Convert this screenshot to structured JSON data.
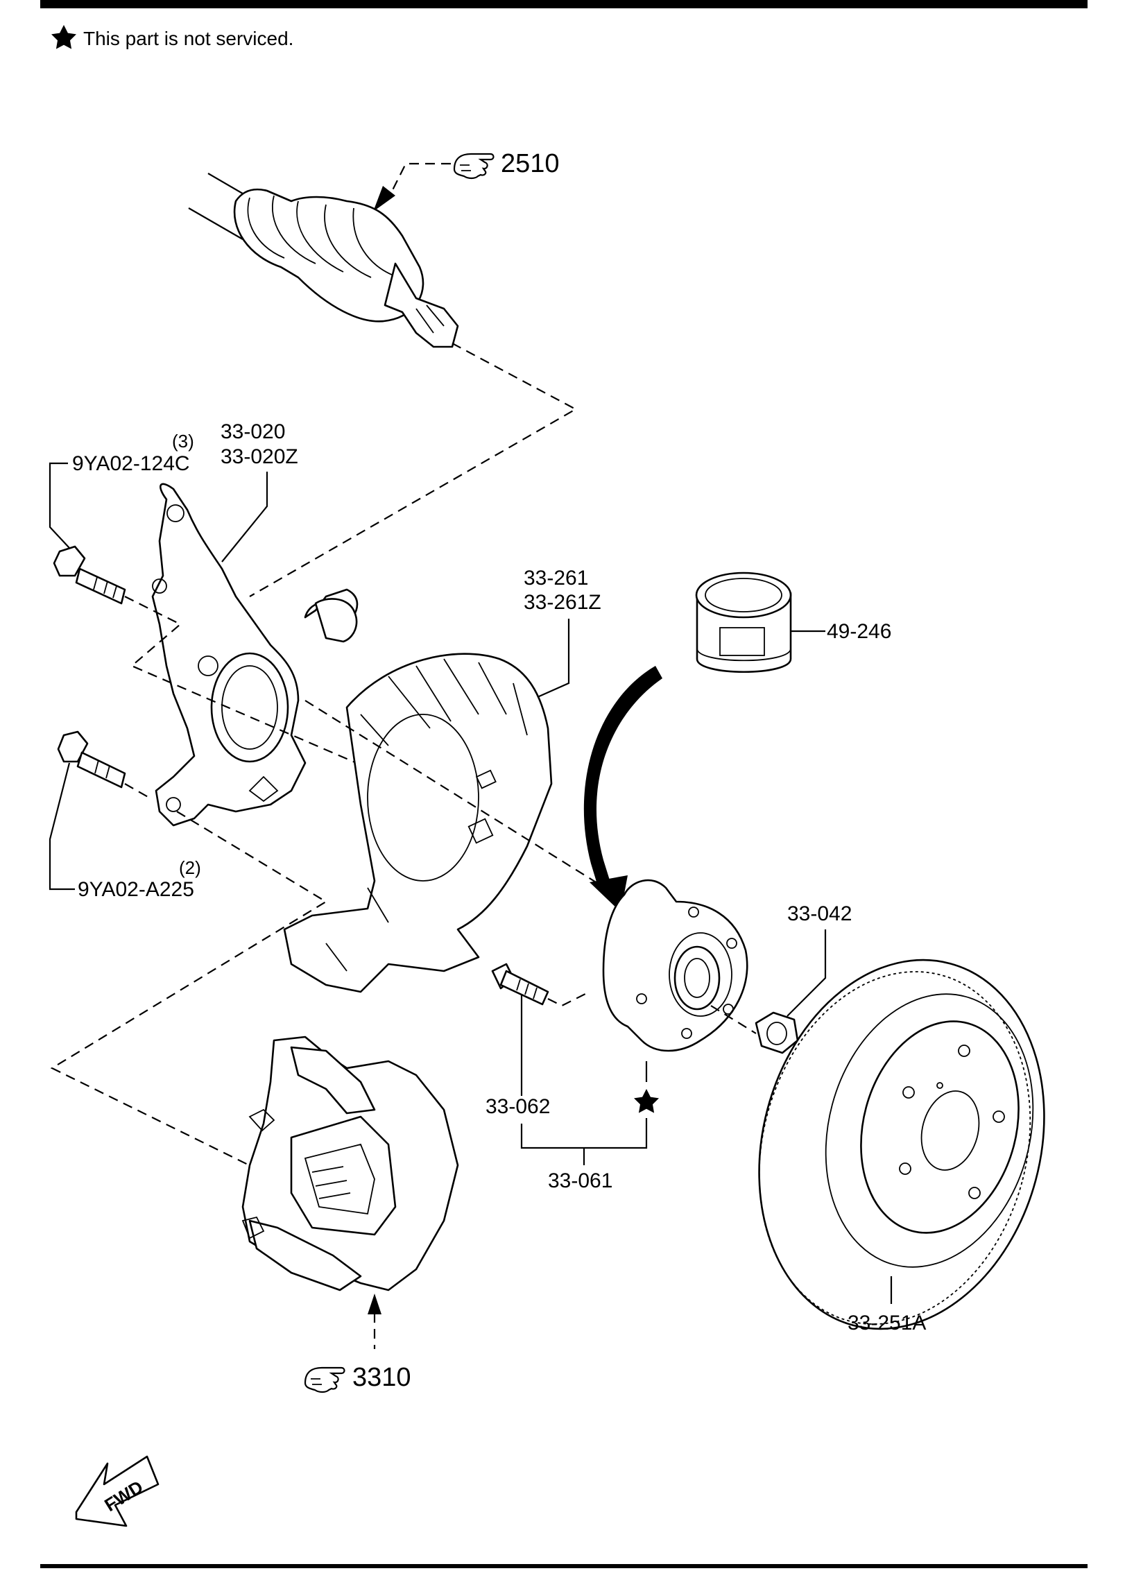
{
  "legend": {
    "note": "This part is not serviced."
  },
  "references": {
    "top": "2510",
    "bottom": "3310"
  },
  "parts": {
    "knuckle_line1": "33-020",
    "knuckle_line2": "33-020Z",
    "bolt_upper_qty": "(3)",
    "bolt_upper": "9YA02-124C",
    "bolt_lower_qty": "(2)",
    "bolt_lower": "9YA02-A225",
    "dust_cover_line1": "33-261",
    "dust_cover_line2": "33-261Z",
    "grease": "49-246",
    "hub_nut": "33-042",
    "hub_bolt": "33-062",
    "hub_assembly": "33-061",
    "rotor": "33-251A"
  },
  "direction": "FWD"
}
